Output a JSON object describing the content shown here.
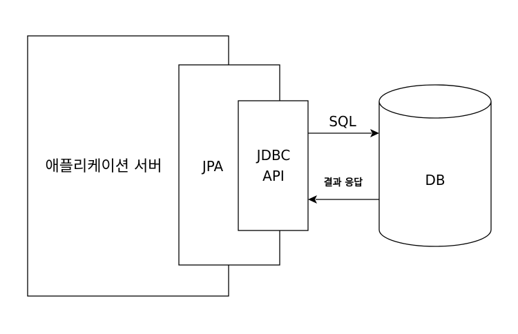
{
  "nodes": {
    "app_server": {
      "label": "애플리케이션 서버"
    },
    "jpa": {
      "label": "JPA"
    },
    "jdbc_api": {
      "line1": "JDBC",
      "line2": "API"
    },
    "db": {
      "label": "DB"
    }
  },
  "edges": {
    "request": {
      "label": "SQL"
    },
    "response": {
      "label": "결과 응답"
    }
  }
}
